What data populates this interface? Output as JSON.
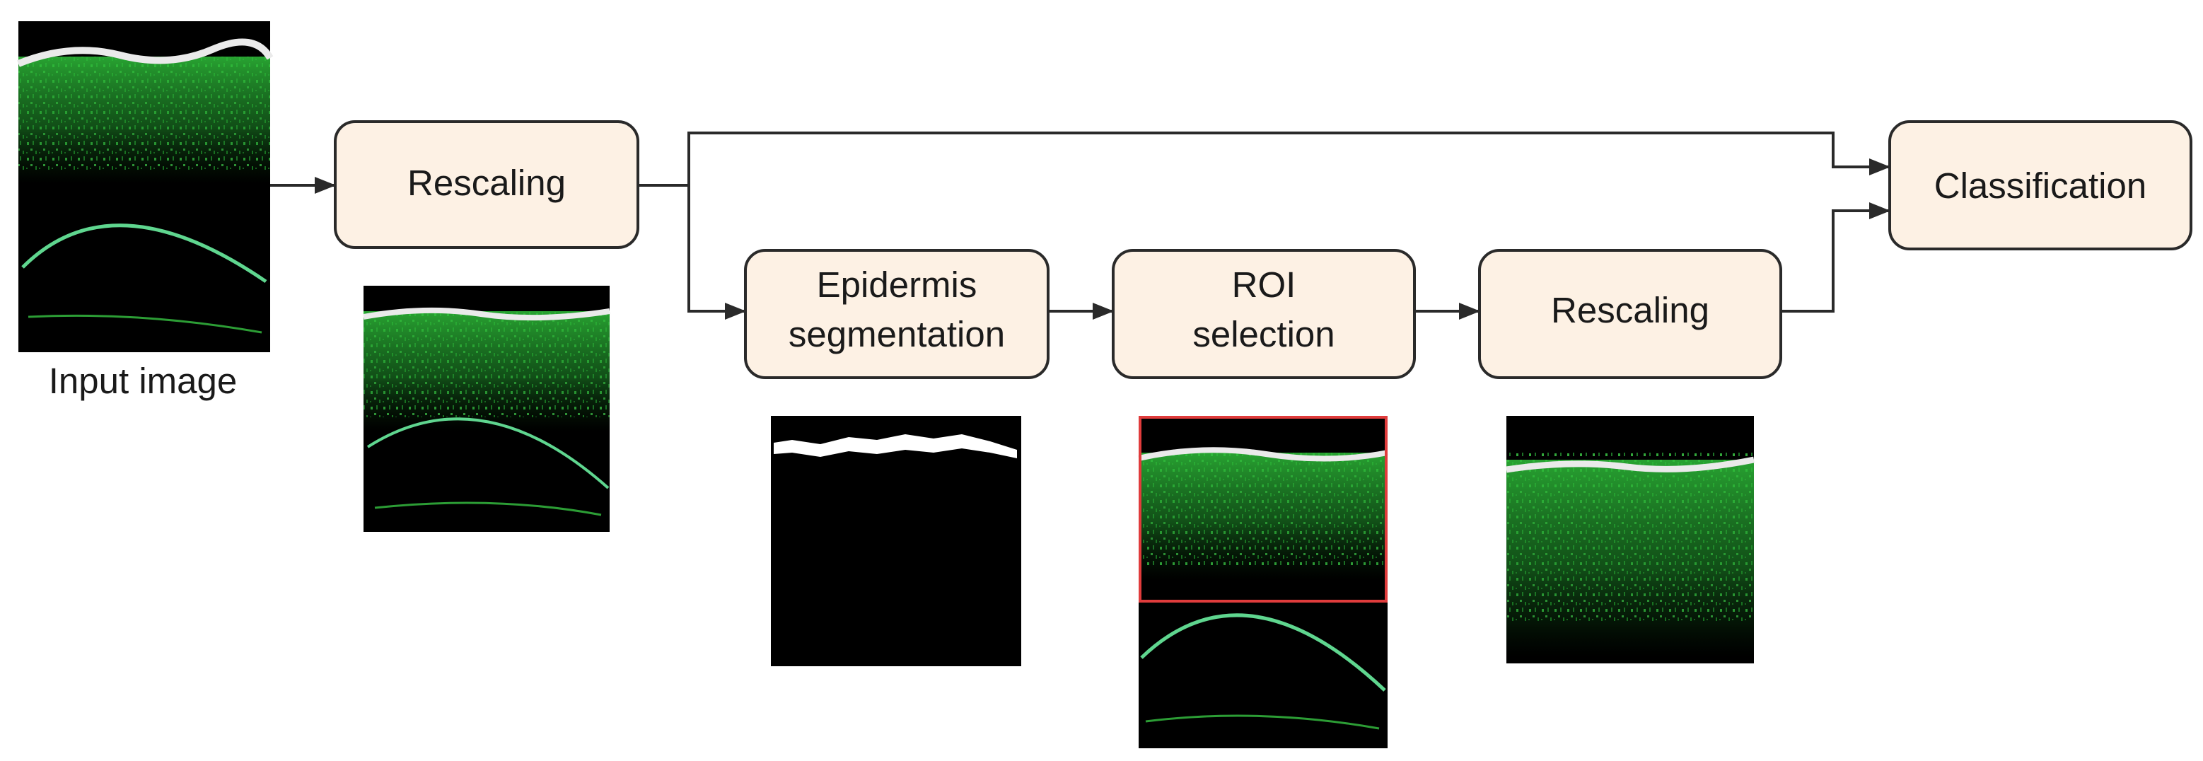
{
  "diagram": {
    "caption_input": "Input image",
    "boxes": {
      "rescaling_1": [
        "Rescaling"
      ],
      "epidermis": [
        "Epidermis",
        "segmentation"
      ],
      "roi": [
        "ROI",
        "selection"
      ],
      "rescaling_2": [
        "Rescaling"
      ],
      "classification": [
        "Classification"
      ]
    }
  },
  "colors": {
    "box_fill": "#fdf1e4",
    "box_stroke": "#2a2a2a",
    "arrow": "#2a2a2a",
    "tissue_green": "#3ed14a",
    "roi_border": "#e03c3c"
  }
}
